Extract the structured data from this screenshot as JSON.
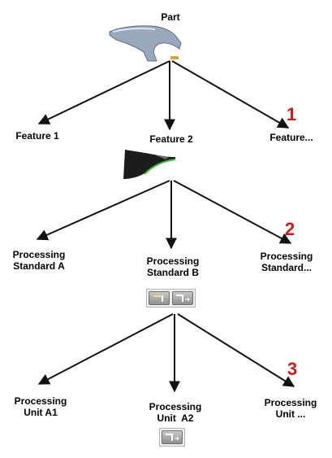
{
  "colors": {
    "number": "#cc1a1a",
    "arrow": "#111111",
    "part_body": "#9aa8bd",
    "feature_body": "#1c1c1c",
    "feature_edge": "#3fbf3f"
  },
  "root": {
    "label": "Part",
    "icon": "car-fender-icon"
  },
  "levels": [
    {
      "number": "1",
      "items": [
        {
          "label_lines": [
            "Feature 1"
          ]
        },
        {
          "label_lines": [
            "Feature 2"
          ],
          "icon": "fender-feature-icon"
        },
        {
          "label_lines": [
            "Feature..."
          ]
        }
      ]
    },
    {
      "number": "2",
      "items": [
        {
          "label_lines": [
            "Processing",
            "Standard A"
          ]
        },
        {
          "label_lines": [
            "Processing",
            "Standard B"
          ],
          "buttons": [
            "corner-tool-icon",
            "corner-offset-tool-icon"
          ]
        },
        {
          "label_lines": [
            "Processing",
            "Standard..."
          ]
        }
      ]
    },
    {
      "number": "3",
      "items": [
        {
          "label_lines": [
            "Processing",
            "Unit A1"
          ]
        },
        {
          "label_lines": [
            "Processing",
            "Unit  A2"
          ],
          "buttons": [
            "corner-offset-tool-icon"
          ]
        },
        {
          "label_lines": [
            "Processing",
            "Unit ..."
          ]
        }
      ]
    }
  ]
}
